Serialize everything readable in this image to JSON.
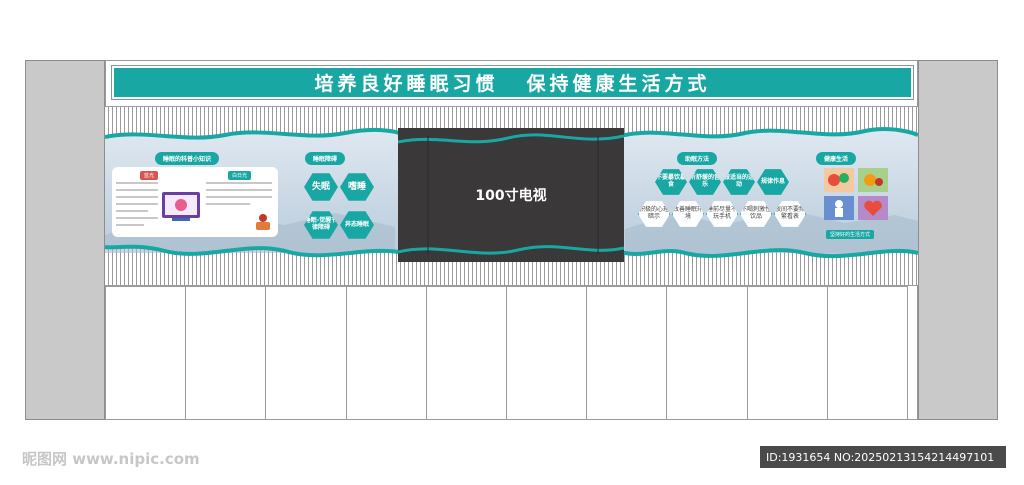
{
  "title": {
    "left": "培养良好睡眠习惯",
    "right": "保持健康生活方式"
  },
  "tv_label": "100寸电视",
  "left_panel": {
    "knowledge_title": "睡眠的科普小知识",
    "tag_night": "蓝光",
    "tag_day": "白日光",
    "disorder_title": "睡眠障碍",
    "disorders": [
      "失眠",
      "嗜睡",
      "睡眠-觉醒节律障碍",
      "异态睡眠"
    ]
  },
  "right_panel": {
    "methods_title": "助眠方法",
    "methods_top": [
      "不要暴饮暴食",
      "听舒缓的音乐",
      "做适当的运动",
      "规律作息"
    ],
    "methods_bottom": [
      "积极的心理暗示",
      "改善睡眠环境",
      "睡前尽量不玩手机",
      "不喝刺激性饮品",
      "夜间不要频繁看表"
    ],
    "health_title": "健康生活",
    "health_caption": "坚持好的生活方式"
  },
  "watermark": {
    "left": "昵图网 www.nipic.com",
    "right": "ID:1931654 NO:20250213154214497101"
  },
  "colors": {
    "teal": "#19a7a4",
    "tv": "#3a3838",
    "pillar": "#c9c9c9"
  }
}
